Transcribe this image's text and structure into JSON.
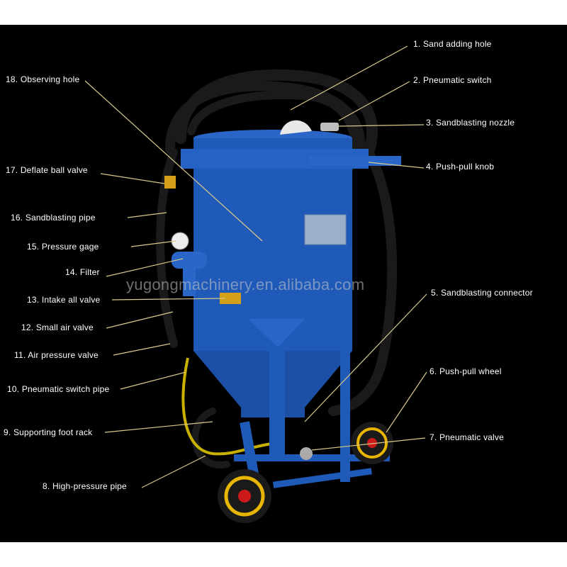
{
  "watermark": "yugongmachinery.en.alibaba.com",
  "colors": {
    "background": "#000000",
    "tank": "#1f5ab8",
    "leader_line": "#d8c98a",
    "label_text": "#ffffff",
    "hose": "#1a1a1a",
    "wheel_rim": "#e8b500",
    "wheel_hub": "#cc1a1a"
  },
  "labels": {
    "l1": "1. Sand adding hole",
    "l2": "2. Pneumatic switch",
    "l3": "3. Sandblasting nozzle",
    "l4": "4. Push-pull knob",
    "l5": "5. Sandblasting connector",
    "l6": "6. Push-pull wheel",
    "l7": "7. Pneumatic valve",
    "l8": "8. High-pressure pipe",
    "l9": "9. Supporting foot rack",
    "l10": "10. Pneumatic switch pipe",
    "l11": "11. Air pressure valve",
    "l12": "12. Small air valve",
    "l13": "13. Intake all valve",
    "l14": "14. Filter",
    "l15": "15. Pressure gage",
    "l16": "16. Sandblasting pipe",
    "l17": "17. Deflate ball valve",
    "l18": "18. Observing hole"
  }
}
